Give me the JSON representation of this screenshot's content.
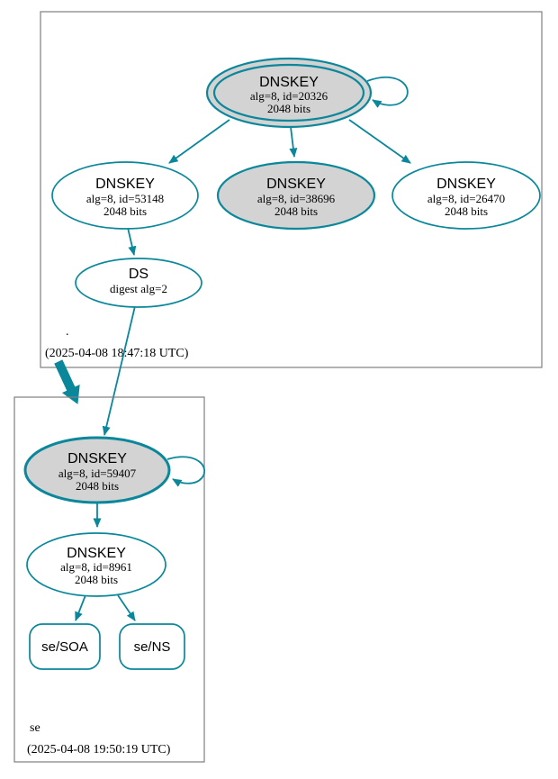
{
  "colors": {
    "secure": "#0a879a",
    "ksk_fill": "#d3d3d3",
    "node_fill": "#ffffff",
    "cluster_border": "#7f7f7f",
    "text": "#000000",
    "background": "#ffffff"
  },
  "clusters": {
    "root": {
      "label": ".",
      "timestamp": "(2025-04-08 18:47:18 UTC)"
    },
    "se": {
      "label": "se",
      "timestamp": "(2025-04-08 19:50:19 UTC)"
    }
  },
  "nodes": {
    "root_ksk": {
      "title": "DNSKEY",
      "detail": "alg=8, id=20326",
      "bits": "2048 bits"
    },
    "root_key_53148": {
      "title": "DNSKEY",
      "detail": "alg=8, id=53148",
      "bits": "2048 bits"
    },
    "root_key_38696": {
      "title": "DNSKEY",
      "detail": "alg=8, id=38696",
      "bits": "2048 bits"
    },
    "root_key_26470": {
      "title": "DNSKEY",
      "detail": "alg=8, id=26470",
      "bits": "2048 bits"
    },
    "ds": {
      "title": "DS",
      "detail": "digest alg=2"
    },
    "se_ksk": {
      "title": "DNSKEY",
      "detail": "alg=8, id=59407",
      "bits": "2048 bits"
    },
    "se_zsk": {
      "title": "DNSKEY",
      "detail": "alg=8, id=8961",
      "bits": "2048 bits"
    },
    "se_soa": {
      "label": "se/SOA"
    },
    "se_ns": {
      "label": "se/NS"
    }
  }
}
